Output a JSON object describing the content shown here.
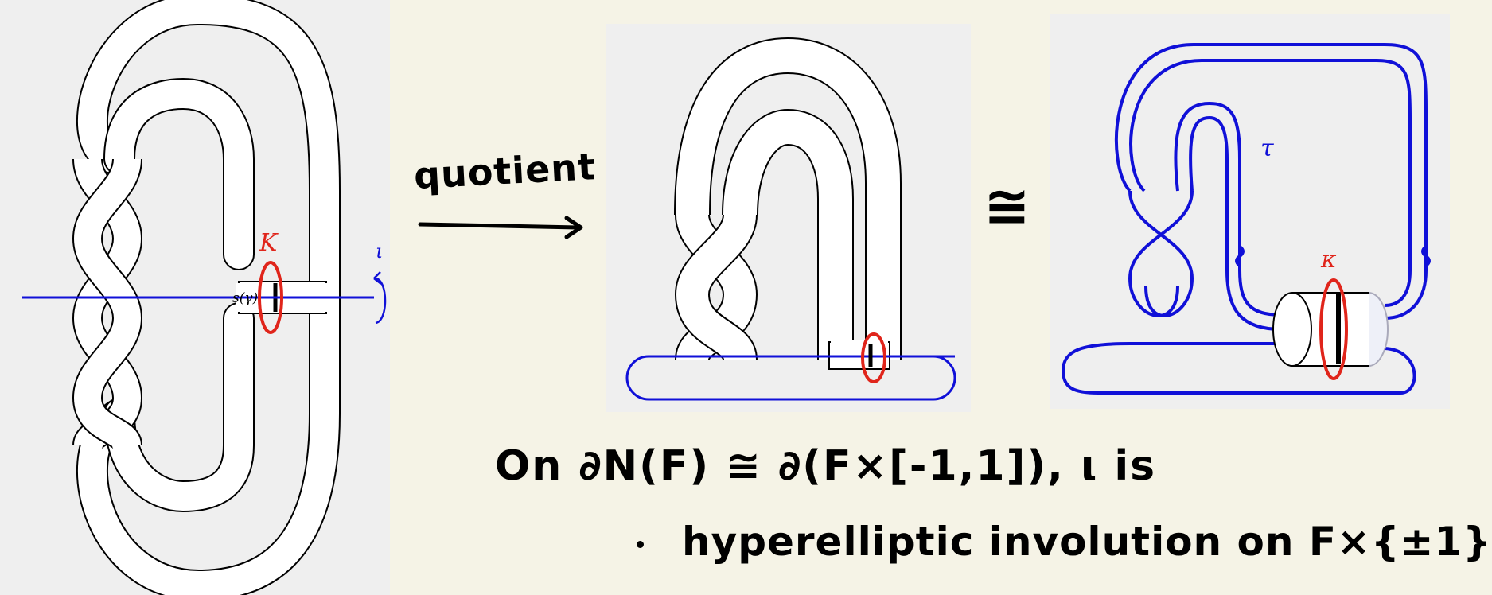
{
  "labels": {
    "K": "K",
    "s_gamma": "s(γ)",
    "iota": "ι",
    "kappa": "κ",
    "tau": "τ"
  },
  "handwritten": {
    "quotient": "quotient",
    "homeomorphic": "≅",
    "line1": "On ∂N(F) ≅ ∂(F×[-1,1]),  ι is",
    "line2": "hyperelliptic involution on  F×{±1}",
    "line3": ""
  },
  "colors": {
    "background": "#f5f3e6",
    "panel": "#efefef",
    "axis_blue": "#1010d8",
    "knot_red": "#e0251b",
    "surface": "#ffffff",
    "outline": "#000000"
  },
  "icons": {
    "arrow": "right-arrow-icon",
    "rotation": "rotation-arrow-icon"
  }
}
